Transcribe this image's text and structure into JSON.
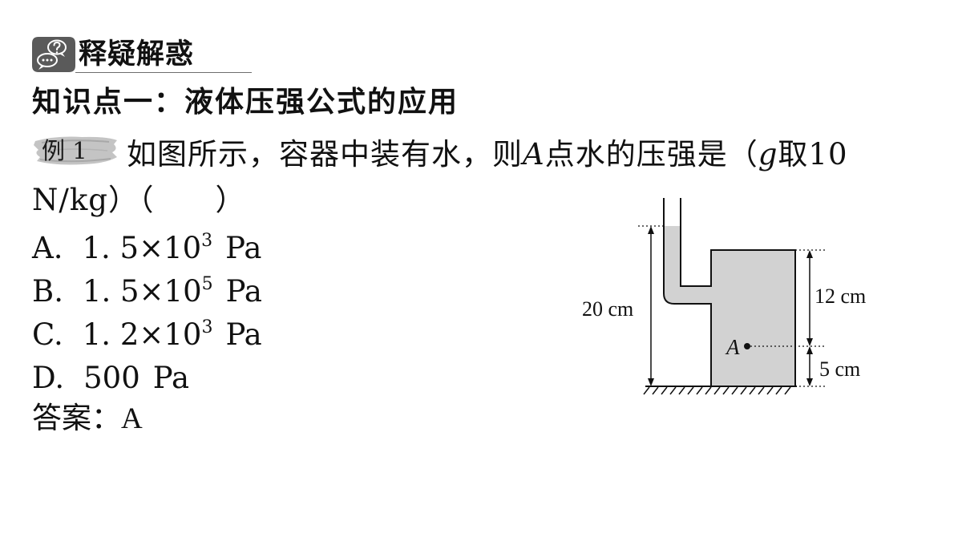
{
  "section": {
    "title": "释疑解惑",
    "icon": "speech-bubble-question-icon"
  },
  "knowledge_point": {
    "title": "知识点一：液体压强公式的应用"
  },
  "example": {
    "tag": "例 1",
    "text_before_point": "如图所示，容器中装有水，则",
    "point_label": "A",
    "text_before_g": "点水的压强是（",
    "g_symbol": "g",
    "text_after_g": "取10 N/kg）（　　）"
  },
  "options": [
    {
      "letter": "A.",
      "base": "1. 5×10",
      "exponent": "3",
      "unit": "Pa"
    },
    {
      "letter": "B.",
      "base": "1. 5×10",
      "exponent": "5",
      "unit": "Pa"
    },
    {
      "letter": "C.",
      "base": "1. 2×10",
      "exponent": "3",
      "unit": "Pa"
    },
    {
      "letter": "D.",
      "base": "500",
      "exponent": "",
      "unit": "Pa"
    }
  ],
  "answer": {
    "label": "答案：",
    "value": "A"
  },
  "figure": {
    "label_total_height": "20 cm",
    "label_upper_depth": "12 cm",
    "label_lower_height": "5 cm",
    "label_point": "A",
    "water_color": "#d2d2d2"
  }
}
